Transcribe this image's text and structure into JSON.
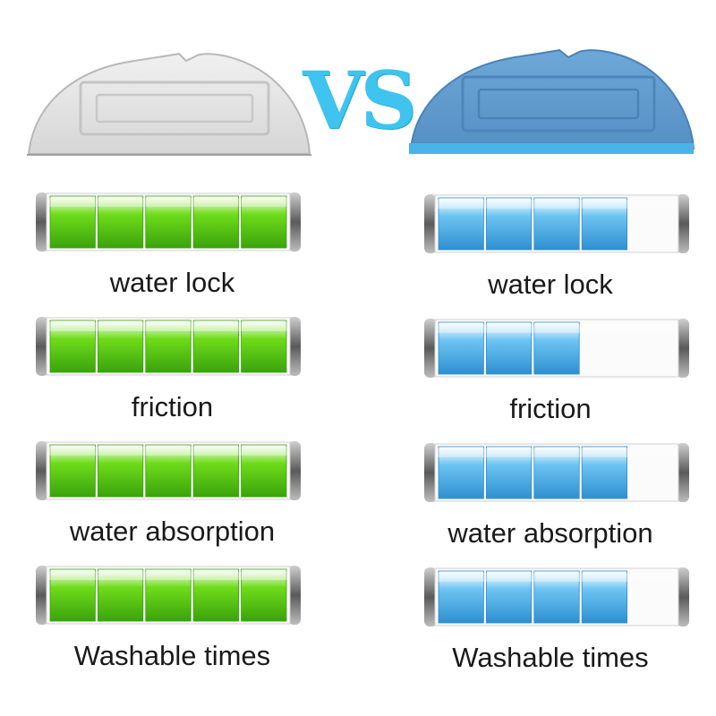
{
  "header": {
    "vs_text": "VS",
    "left_pad_color": "#e2e2e2",
    "right_pad_color": "#5f9ccf"
  },
  "colors": {
    "green_fill": "#6fdc1a",
    "green_dark": "#3aa30c",
    "blue_fill": "#6cc4f2",
    "blue_dark": "#2f8fd0",
    "vs": "#3ec4ef"
  },
  "comparison": {
    "left": {
      "metrics": [
        {
          "label": "water lock",
          "level": 5,
          "max": 5
        },
        {
          "label": "friction",
          "level": 5,
          "max": 5
        },
        {
          "label": "water absorption",
          "level": 5,
          "max": 5
        },
        {
          "label": "Washable times",
          "level": 5,
          "max": 5
        }
      ]
    },
    "right": {
      "metrics": [
        {
          "label": "water lock",
          "level": 4,
          "max": 5
        },
        {
          "label": "friction",
          "level": 3,
          "max": 5
        },
        {
          "label": "water absorption",
          "level": 4,
          "max": 5
        },
        {
          "label": "Washable times",
          "level": 4,
          "max": 5
        }
      ]
    }
  }
}
